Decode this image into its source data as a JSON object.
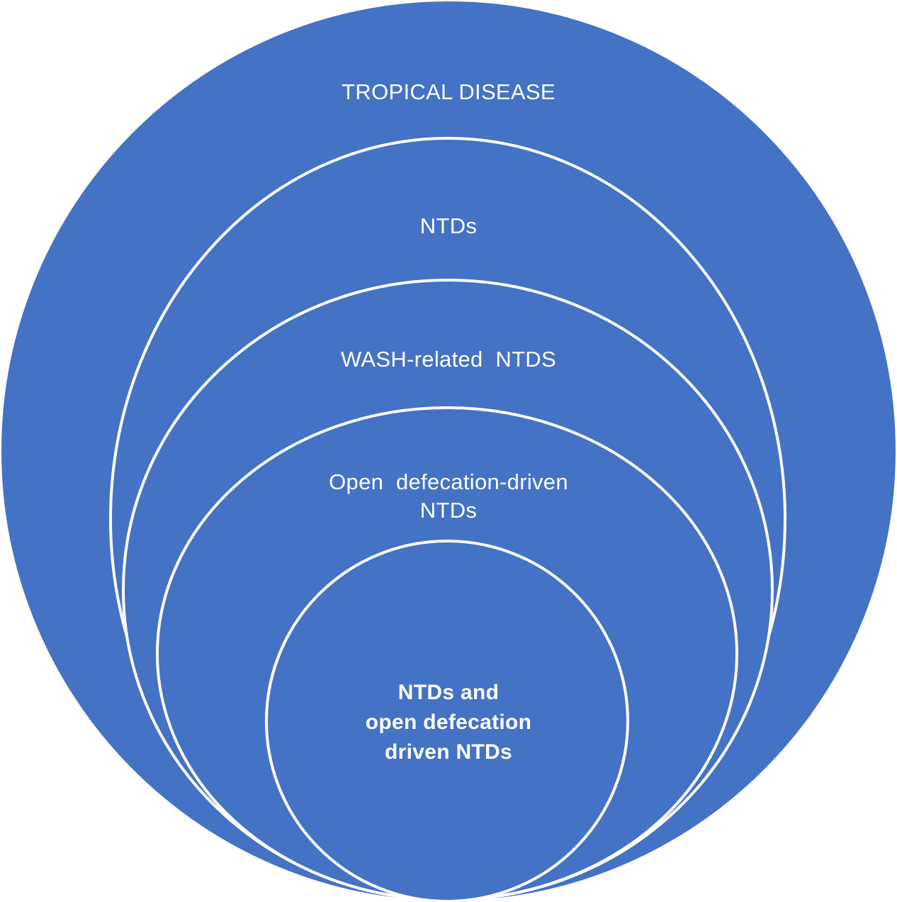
{
  "colors": {
    "fill": "#4472C4",
    "stroke": "#FFFFFF",
    "text": "#FFFFFF"
  },
  "diagram": {
    "levels": [
      {
        "label": "TROPICAL DISEASE"
      },
      {
        "label": "NTDs"
      },
      {
        "label": "WASH-related  NTDS"
      },
      {
        "label": "Open  defecation-driven\nNTDs"
      },
      {
        "label": "NTDs and\nopen defecation\ndriven NTDs"
      }
    ]
  }
}
